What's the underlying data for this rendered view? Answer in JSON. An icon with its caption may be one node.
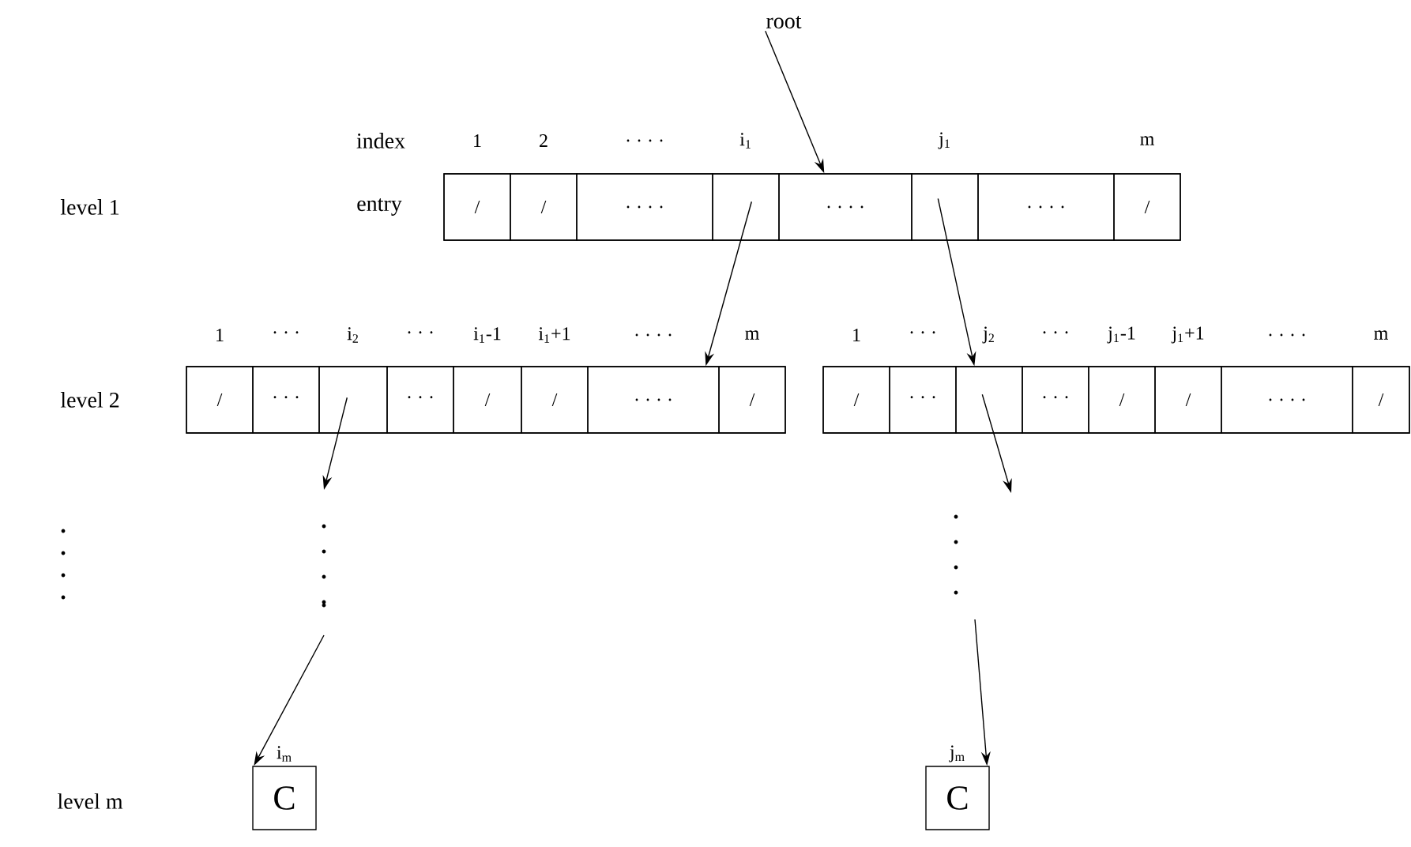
{
  "diagram": {
    "nodes": [
      {
        "text": [
          "root"
        ]
      },
      {
        "text": [],
        "shape": "box"
      },
      {
        "text": [
          "/"
        ],
        "in": 1
      },
      {
        "text": [
          "/"
        ],
        "in": 1
      },
      {
        "text": [
          ". . . ."
        ],
        "in": 1
      },
      {
        "text": [],
        "shape": "box",
        "in": 1
      },
      {
        "text": [
          ". . . ."
        ],
        "in": 1
      },
      {
        "text": [],
        "shape": "box",
        "in": 1
      },
      {
        "text": [
          ". . . ."
        ],
        "in": 1
      },
      {
        "text": [
          "/"
        ],
        "in": 1
      },
      {
        "text": [],
        "shape": "box"
      },
      {
        "text": [
          "/"
        ],
        "in": 10
      },
      {
        "text": [
          "· · ·"
        ],
        "in": 10
      },
      {
        "text": [],
        "shape": "box",
        "in": 10
      },
      {
        "text": [
          "· · ·"
        ],
        "in": 10
      },
      {
        "text": [
          "/"
        ],
        "in": 10
      },
      {
        "text": [
          "/"
        ],
        "in": 10
      },
      {
        "text": [
          ". . . ."
        ],
        "in": 10
      },
      {
        "text": [
          "/"
        ],
        "in": 10
      },
      {
        "text": [],
        "shape": "box"
      },
      {
        "text": [
          "/"
        ],
        "in": 19
      },
      {
        "text": [
          "· · ·"
        ],
        "in": 19
      },
      {
        "text": [],
        "shape": "box",
        "in": 19
      },
      {
        "text": [
          "· · ·"
        ],
        "in": 19
      },
      {
        "text": [
          "/"
        ],
        "in": 19
      },
      {
        "text": [
          "/"
        ],
        "in": 19
      },
      {
        "text": [
          ". . . ."
        ],
        "in": 19
      },
      {
        "text": [
          "/"
        ],
        "in": 19
      },
      {
        "text": [
          "C"
        ],
        "beside": [
          "i$_{m}$"
        ]
      },
      {
        "text": [
          "C"
        ],
        "beside": [
          "j$_{m}$"
        ]
      }
    ],
    "edges": [
      {
        "from": 0,
        "to": 1,
        "arrow": "to"
      },
      {
        "from": 5,
        "to": 10,
        "arrow": "to"
      },
      {
        "from": 7,
        "to": 19,
        "arrow": "to"
      },
      {
        "from": 13,
        "to": null,
        "arrow": "to"
      },
      {
        "from": null,
        "to": 28,
        "arrow": "to"
      },
      {
        "from": 22,
        "to": null,
        "arrow": "to"
      },
      {
        "from": null,
        "to": 29,
        "arrow": "to"
      }
    ],
    "labels": [
      "index",
      "1",
      "2",
      ". . . .",
      "i$_{1}$",
      "j$_{1}$",
      "m",
      "level 1",
      "entry",
      "1",
      "· · ·",
      "i$_{2}$",
      "· · ·",
      "i$_{1}$-1",
      "i$_{1}$+1",
      ". . . .",
      "m",
      "1",
      "· · ·",
      "j$_{2}$",
      "· · ·",
      "j$_{1}$-1",
      "j$_{1}$+1",
      ". . . .",
      "m",
      "level 2",
      "level m"
    ]
  }
}
